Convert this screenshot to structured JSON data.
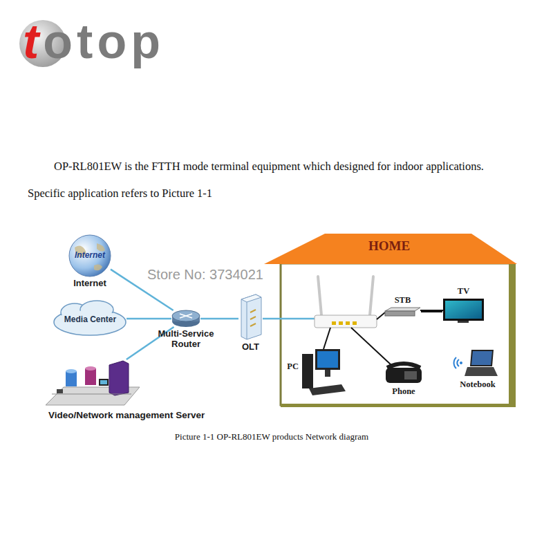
{
  "diagram": {
    "caption": "Picture 1-1 OP-RL801EW products Network diagram",
    "nodes": [
      {
        "text": [
          "Internet",
          "Internet"
        ]
      },
      {
        "text": [
          "Media Center"
        ]
      },
      {
        "text": [
          "Multi-Service Router"
        ]
      },
      {
        "text": [
          "Video/Network management Server"
        ]
      },
      {
        "text": [
          "OLT"
        ]
      },
      {
        "text": [
          "HOME"
        ]
      },
      {
        "text": [
          "STB"
        ],
        "in": 5
      },
      {
        "text": [
          "TV"
        ],
        "in": 5
      },
      {
        "text": [
          "PC"
        ],
        "in": 5
      },
      {
        "text": [
          "Phone"
        ],
        "in": 5
      },
      {
        "text": [
          "Notebook"
        ],
        "in": 5
      }
    ],
    "edges": [
      {
        "from": 0,
        "to": 2,
        "arrow": "none"
      },
      {
        "from": 1,
        "to": 2,
        "arrow": "none"
      },
      {
        "from": 3,
        "to": 2,
        "arrow": "none"
      },
      {
        "from": 2,
        "to": 4,
        "arrow": "none"
      },
      {
        "from": 4,
        "to": 5,
        "arrow": "none"
      },
      {
        "from": 6,
        "to": 7,
        "arrow": "none"
      }
    ],
    "labels": [
      "totop",
      "OP-RL801EW is the FTTH mode terminal equipment which designed for indoor applications.",
      "Specific application refers to Picture 1-1",
      "Store No: 3734021"
    ]
  }
}
